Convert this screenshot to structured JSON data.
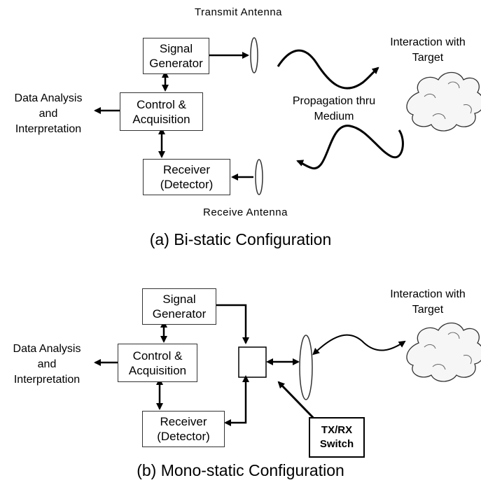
{
  "bistatic": {
    "transmit_antenna": "Transmit Antenna",
    "receive_antenna": "Receive Antenna",
    "signal_generator": [
      "Signal",
      "Generator"
    ],
    "control_acquisition": [
      "Control &",
      "Acquisition"
    ],
    "receiver": [
      "Receiver",
      "(Detector)"
    ],
    "data_analysis": [
      "Data Analysis",
      "and",
      "Interpretation"
    ],
    "interaction": [
      "Interaction with",
      "Target"
    ],
    "propagation": [
      "Propagation thru",
      "Medium"
    ],
    "caption": "(a) Bi-static Configuration"
  },
  "monostatic": {
    "signal_generator": [
      "Signal",
      "Generator"
    ],
    "control_acquisition": [
      "Control &",
      "Acquisition"
    ],
    "receiver": [
      "Receiver",
      "(Detector)"
    ],
    "data_analysis": [
      "Data Analysis",
      "and",
      "Interpretation"
    ],
    "interaction": [
      "Interaction with",
      "Target"
    ],
    "switch": [
      "TX/RX",
      "Switch"
    ],
    "caption": "(b) Mono-static Configuration"
  }
}
